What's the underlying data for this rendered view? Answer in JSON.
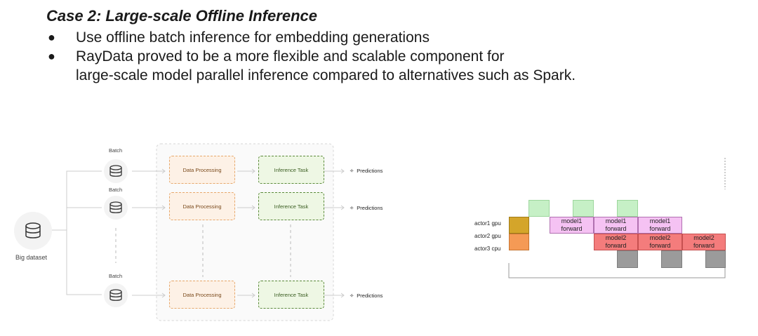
{
  "title": "Case 2: Large-scale Offline Inference",
  "bullets": [
    "Use offline batch inference for embedding generations",
    "RayData proved to be a more flexible and scalable component for",
    "large-scale model parallel inference compared to alternatives such as Spark."
  ],
  "pipeline": {
    "source_label": "Big dataset",
    "batch_label": "Batch",
    "stage1_label": "Data Processing",
    "stage2_label": "Inference Task",
    "output_label": "Predictions",
    "icons": {
      "dataset": "database-icon",
      "output": "sparkle-icon"
    }
  },
  "gantt": {
    "rows": [
      "actor1 gpu",
      "actor2 gpu",
      "actor3 cpu"
    ],
    "model1_line1": "model1",
    "model1_line2": "forward",
    "model2_line1": "model2",
    "model2_line2": "forward",
    "colors": {
      "green": "#c6f0c6",
      "pink": "#f5c2f3",
      "red": "#f47c7c",
      "gold": "#d4a52a",
      "orange": "#f59a55",
      "gray": "#9b9b9b"
    }
  }
}
